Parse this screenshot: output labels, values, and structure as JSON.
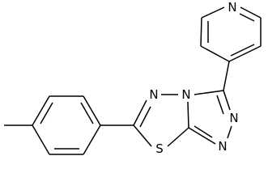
{
  "molecule": {
    "atoms": {
      "pyridine_n": "N",
      "thiadiazole_n": "N",
      "fused_n": "N",
      "triazole_n_upper": "N",
      "triazole_n_lower": "N",
      "sulfur": "S"
    }
  },
  "colors": {
    "bond": "#000000",
    "label": "#000000",
    "background": "#ffffff"
  }
}
